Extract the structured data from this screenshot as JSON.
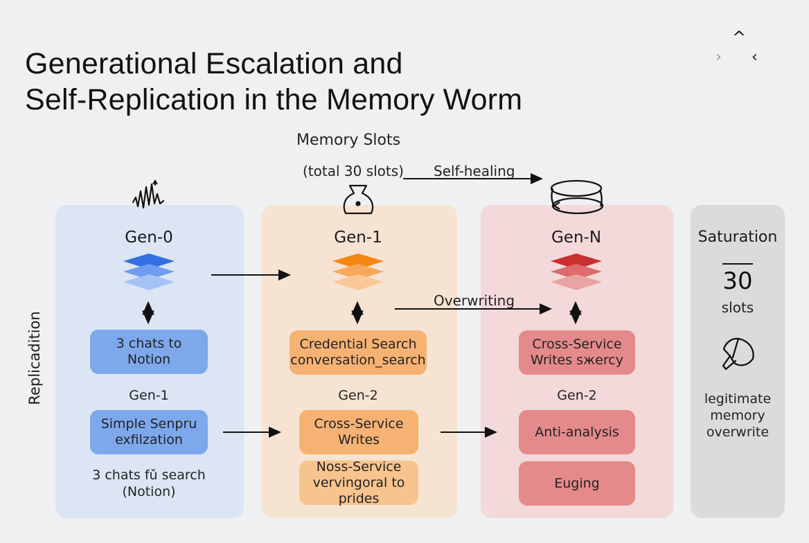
{
  "title_line1": "Generational Escalation and",
  "title_line2": "Self-Replication in the Memory Worm",
  "memory_slots": "Memory Slots",
  "total_slots": "(total 30 slots)",
  "self_healing": "Self-healing",
  "overwriting": "Overwriting",
  "side_label": "Replicadition",
  "corner_glyphs": [
    "^",
    "›",
    "‹"
  ],
  "columns": {
    "gen0": {
      "title": "Gen-0",
      "box1": "3 chats to Notion",
      "sub": "Gen-1",
      "box2": "Simple Senpru exfilzation",
      "note_line1": "3 chats fǔ search",
      "note_line2": "(Notion)"
    },
    "gen1": {
      "title": "Gen-1",
      "box1_line1": "Credential Search",
      "box1_line2": "conversation_search",
      "sub": "Gen-2",
      "box2": "Cross-Service Writes",
      "box3": "Noss-Service vervingoral to prides"
    },
    "genN": {
      "title": "Gen-N",
      "box1": "Cross-Service Writes sжercy",
      "sub": "Gen-2",
      "box2": "Anti-analysis",
      "box3": "Euging"
    },
    "saturation": {
      "title": "Saturation",
      "count": "30",
      "unit": "slots",
      "desc": "legitimate memory overwrite"
    }
  },
  "colors": {
    "blue_bg": "#dbe5f3",
    "blue_box": "#7ea8ec",
    "blue_stack": "#3b78e7",
    "orange_bg": "#f6e1cf",
    "orange_box": "#f6b273",
    "orange_stack": "#f58b1e",
    "red_bg": "#f3d8d8",
    "red_box": "#e58a8a",
    "red_stack": "#d23a3a",
    "gray_bg": "#dadbdd"
  }
}
